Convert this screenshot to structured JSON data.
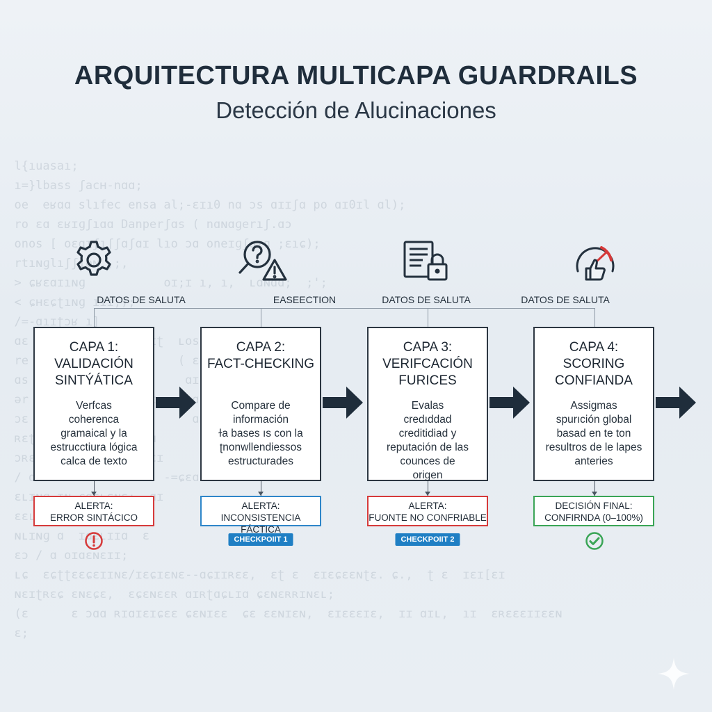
{
  "title": "ARQUITECTURA MULTICAPA GUARDRAILS",
  "subtitle": "Detección de Alucinaciones",
  "top_labels": [
    "DATOS DE SALUTA",
    "EASEECTION",
    "DATOS DE SALUTA",
    "DATOS DE SALUTA"
  ],
  "layers": [
    {
      "title_lines": [
        "CAPA 1:",
        "VALIDACIÓN",
        "SINTÝÁTICA"
      ],
      "desc_lines": [
        "Verfcas",
        "coherenca",
        "gramaical y la",
        "estrucctiura lógica",
        "calca de texto"
      ],
      "icon": "gear-icon",
      "alert_lines": [
        "ALERTA:",
        "ERROR SINTÁCICO"
      ],
      "alert_color": "#d63a3a",
      "marker": "alert-circle-icon"
    },
    {
      "title_lines": [
        "CAPA 2:",
        "FACT-CHECKING"
      ],
      "desc_lines": [
        "Compare de",
        "información",
        "ɫa bases ıs con la",
        "ʈnonwllendiessos",
        "estructurades"
      ],
      "icon": "search-question-warning-icon",
      "alert_lines": [
        "ALERTA:",
        "INCONSISTENCIA FÁCTICA"
      ],
      "alert_color": "#2e86c9",
      "marker": "CHECKPOIIT 1"
    },
    {
      "title_lines": [
        "CAPA 3:",
        "VERIFCACIÓN",
        "FURICES"
      ],
      "desc_lines": [
        "Evalas",
        "credıddad",
        "creditidiad y",
        "reputación de las",
        "counces de",
        "origen"
      ],
      "icon": "document-lock-icon",
      "alert_lines": [
        "ALERTA:",
        "FUONTE NO CONFRIABLE"
      ],
      "alert_color": "#d63a3a",
      "marker": "CHECKPOIIT 2"
    },
    {
      "title_lines": [
        "CAPA 4:",
        "SCORING",
        "CONFIANDA"
      ],
      "desc_lines": [
        "Assigmas",
        "spurıción global",
        "basad en te ton",
        "resultros de le lapes",
        "anteries"
      ],
      "icon": "gauge-thumbs-up-icon",
      "alert_lines": [
        "DECISIÓN FINAL:",
        "CONFIRNDA (0–100%)"
      ],
      "alert_color": "#3aa556",
      "marker": "check-circle-icon"
    }
  ],
  "colors": {
    "red": "#d63a3a",
    "blue": "#2e86c9",
    "green": "#3aa556",
    "dark": "#1f2d3b"
  }
}
